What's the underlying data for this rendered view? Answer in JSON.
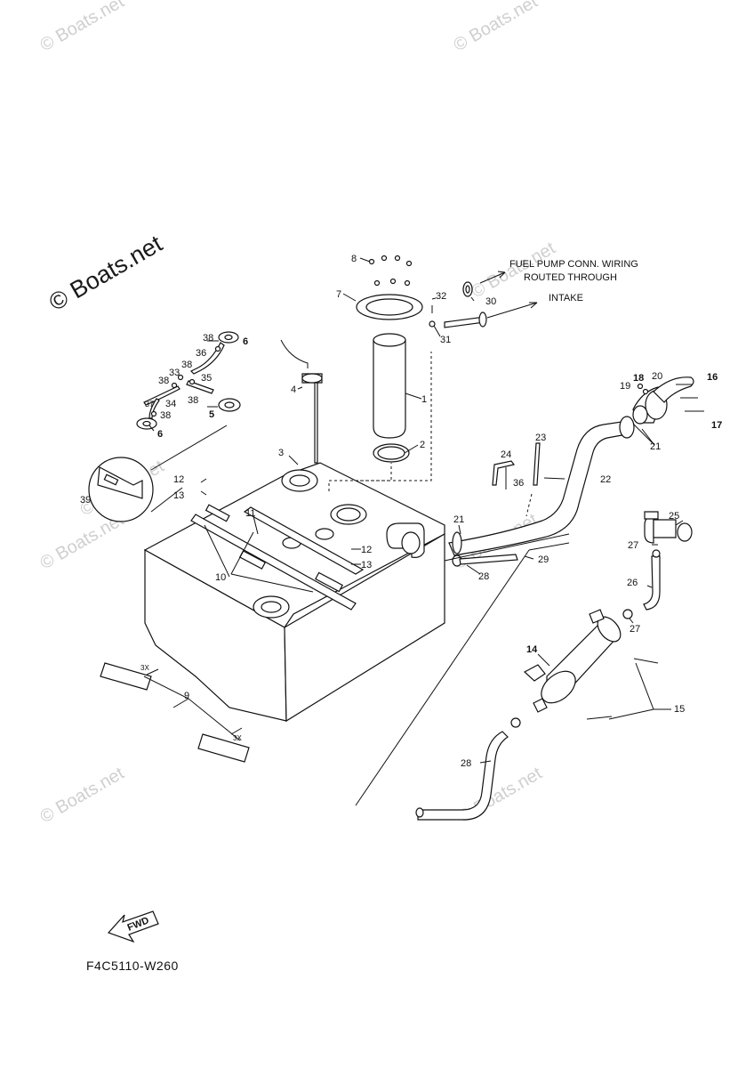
{
  "watermarks": {
    "small": "© Boats.net",
    "large": "© Boats.net"
  },
  "notes": {
    "fuel_pump_wiring": [
      "FUEL PUMP CONN. WIRING",
      "ROUTED THROUGH"
    ],
    "intake": "INTAKE",
    "fwd": "FWD"
  },
  "diagram_code": "F4C5110-W260",
  "callouts": {
    "c1": "1",
    "c2": "2",
    "c3": "3",
    "c4": "4",
    "c5": "5",
    "c6a": "6",
    "c6b": "6",
    "c7": "7",
    "c8": "8",
    "c9": "9",
    "c10": "10",
    "c11": "11",
    "c12a": "12",
    "c12b": "12",
    "c13a": "13",
    "c13b": "13",
    "c14": "14",
    "c15": "15",
    "c16": "16",
    "c17": "17",
    "c18": "18",
    "c19": "19",
    "c20": "20",
    "c21a": "21",
    "c21b": "21",
    "c22": "22",
    "c23": "23",
    "c24": "24",
    "c25": "25",
    "c26": "26",
    "c27a": "27",
    "c27b": "27",
    "c28a": "28",
    "c28b": "28",
    "c29": "29",
    "c30": "30",
    "c31": "31",
    "c32": "32",
    "c33": "33",
    "c34": "34",
    "c35": "35",
    "c36": "36",
    "c37": "37",
    "c38a": "38",
    "c38b": "38",
    "c38c": "38",
    "c38d": "38",
    "c38e": "38",
    "c39": "39",
    "qty3xa": "3X",
    "qty3xb": "3X"
  }
}
